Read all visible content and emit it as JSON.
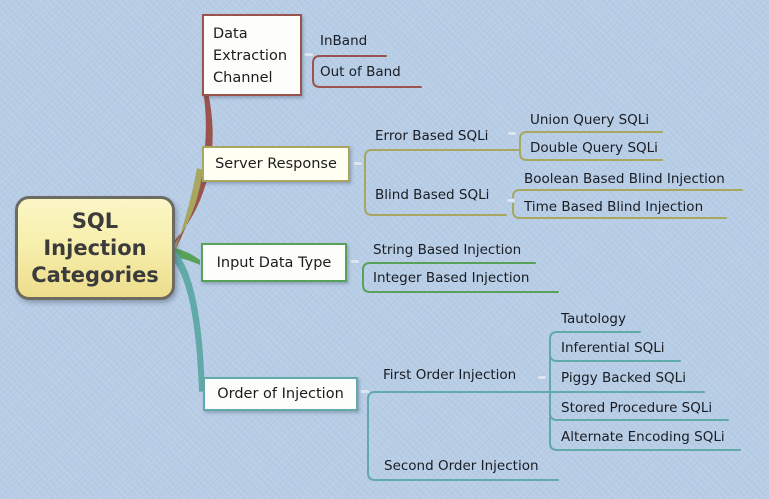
{
  "background_color": "#b7cde6",
  "root": {
    "lines": [
      "SQL",
      "Injection",
      "Categories"
    ],
    "fill_top": "#fbf6c6",
    "fill_bottom": "#eddd8d",
    "border_color": "#6b6b62",
    "text_color": "#3b3b3b"
  },
  "branches": [
    {
      "color": "#9b544c",
      "box_lines": [
        "Data",
        "Extraction",
        "Channel"
      ],
      "children": [
        {
          "label": "InBand"
        },
        {
          "label": "Out of Band"
        }
      ]
    },
    {
      "color": "#a8a75f",
      "label": "Server Response",
      "box_fill": "#fffef2",
      "children": [
        {
          "label": "Error Based SQLi",
          "children": [
            {
              "label": "Union Query SQLi"
            },
            {
              "label": "Double Query SQLi"
            }
          ]
        },
        {
          "label": "Blind Based SQLi",
          "children": [
            {
              "label": "Boolean Based Blind Injection"
            },
            {
              "label": "Time Based Blind Injection"
            }
          ]
        }
      ]
    },
    {
      "color": "#58a158",
      "label": "Input Data Type",
      "children": [
        {
          "label": "String Based Injection"
        },
        {
          "label": "Integer Based Injection"
        }
      ]
    },
    {
      "color": "#62a9a9",
      "label": "Order of Injection",
      "children": [
        {
          "label": "First Order Injection",
          "children": [
            {
              "label": "Tautology"
            },
            {
              "label": "Inferential SQLi"
            },
            {
              "label": "Piggy Backed SQLi"
            },
            {
              "label": "Stored Procedure SQLi"
            },
            {
              "label": "Alternate Encoding SQLi"
            }
          ]
        },
        {
          "label": "Second Order Injection"
        }
      ]
    }
  ]
}
